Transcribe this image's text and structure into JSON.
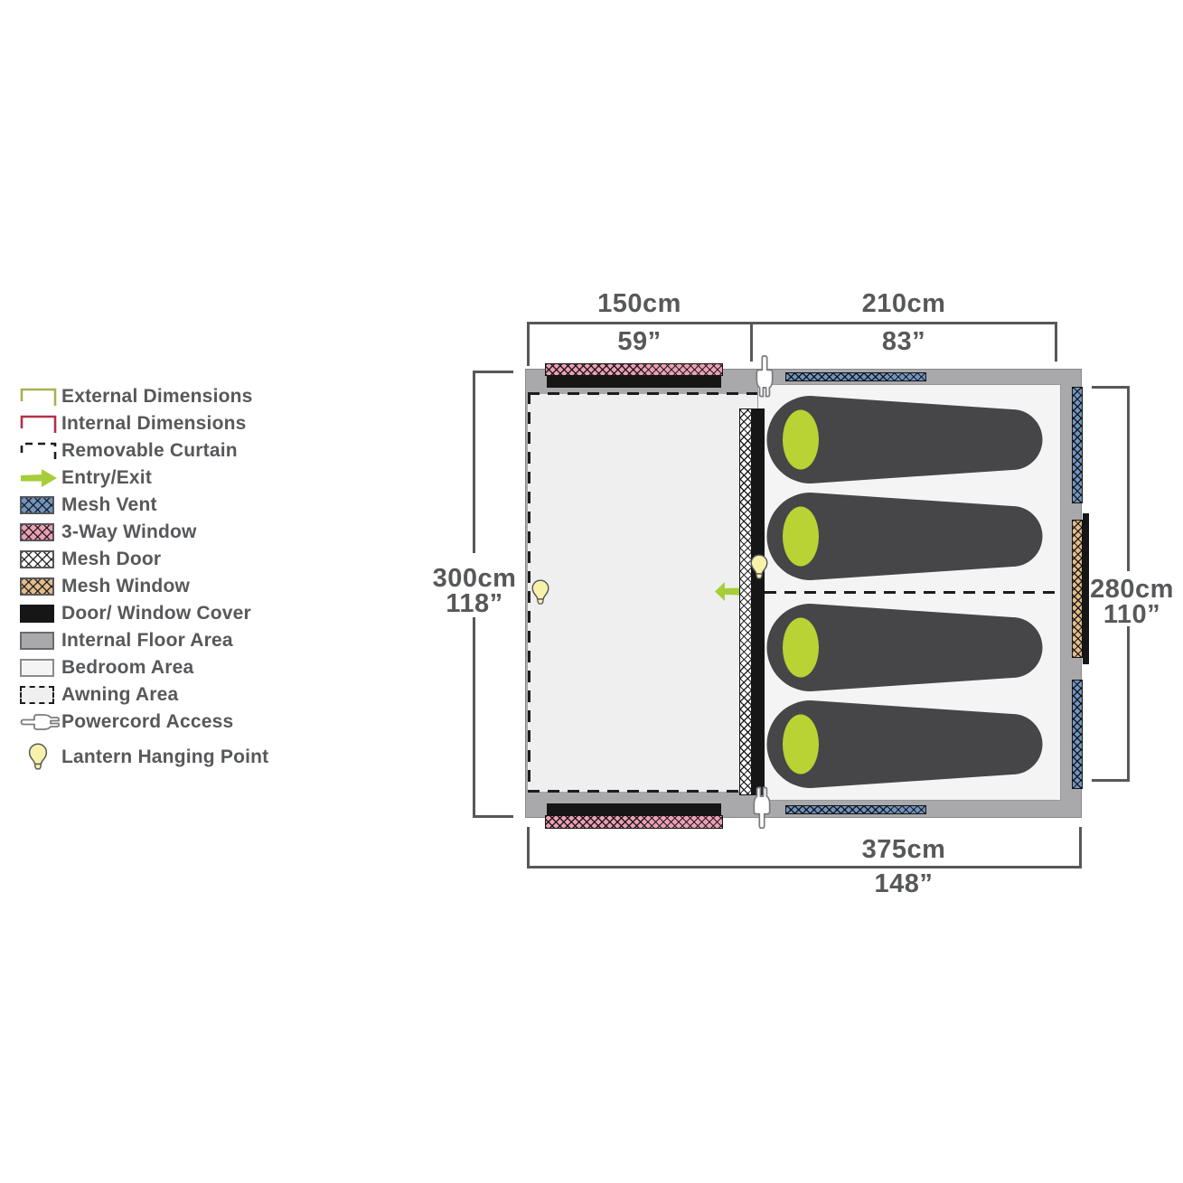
{
  "legend": {
    "items": [
      {
        "id": "external-dimensions",
        "label": "External Dimensions",
        "icon": "corner-bracket",
        "color": "#a9b154"
      },
      {
        "id": "internal-dimensions",
        "label": "Internal Dimensions",
        "icon": "corner-bracket",
        "color": "#b33048"
      },
      {
        "id": "removable-curtain",
        "label": "Removable Curtain",
        "icon": "dashed-corner-bracket",
        "color": "#1c1c1c"
      },
      {
        "id": "entry-exit",
        "label": "Entry/Exit",
        "icon": "arrow-right",
        "color": "#a8cd3a"
      },
      {
        "id": "mesh-vent",
        "label": "Mesh Vent",
        "icon": "crosshatch-swatch",
        "color": "#7195c1"
      },
      {
        "id": "three-way-window",
        "label": "3-Way Window",
        "icon": "crosshatch-swatch",
        "color": "#ec9fb5"
      },
      {
        "id": "mesh-door",
        "label": "Mesh Door",
        "icon": "crosshatch-swatch",
        "color": "#ffffff"
      },
      {
        "id": "mesh-window",
        "label": "Mesh Window",
        "icon": "crosshatch-swatch",
        "color": "#e2bc8a"
      },
      {
        "id": "door-window-cover",
        "label": "Door/ Window Cover",
        "icon": "solid-swatch",
        "color": "#161616"
      },
      {
        "id": "internal-floor-area",
        "label": "Internal Floor Area",
        "icon": "solid-swatch",
        "color": "#a9a9ab"
      },
      {
        "id": "bedroom-area",
        "label": "Bedroom Area",
        "icon": "solid-swatch",
        "color": "#f5f5f6"
      },
      {
        "id": "awning-area",
        "label": "Awning Area",
        "icon": "dashed-swatch",
        "color": "#f2f2f3"
      },
      {
        "id": "powercord-access",
        "label": "Powercord Access",
        "icon": "plug"
      },
      {
        "id": "lantern-hanging-point",
        "label": "Lantern Hanging Point",
        "icon": "bulb",
        "color": "#f7f1aa"
      }
    ]
  },
  "plan": {
    "dimensions": {
      "awning_width_cm": "150cm",
      "awning_width_in": "59”",
      "inner_width_cm": "210cm",
      "inner_width_in": "83”",
      "external_depth_cm": "300cm",
      "external_depth_in": "118”",
      "internal_depth_cm": "280cm",
      "internal_depth_in": "110”",
      "external_width_cm": "375cm",
      "external_width_in": "148”"
    },
    "sleeping_bag_count": 4,
    "lantern_hanging_points": 2,
    "powercord_access_points": 2
  },
  "colors": {
    "dim_external": "#a9b154",
    "dim_internal": "#b33048",
    "accent_green": "#a8cd3a",
    "mesh_vent_blue": "#7195c1",
    "window_pink": "#ec9fb5",
    "mesh_window_tan": "#e2bc8a",
    "cover_black": "#161616",
    "floor_gray": "#a9a9ab",
    "bedroom_fill": "#f4f4f5",
    "awning_fill": "#efeff0",
    "bag_fill": "#464649",
    "pillow_green": "#b8d333",
    "bulb_yellow": "#f7f1aa",
    "label_text": "#57585a"
  }
}
